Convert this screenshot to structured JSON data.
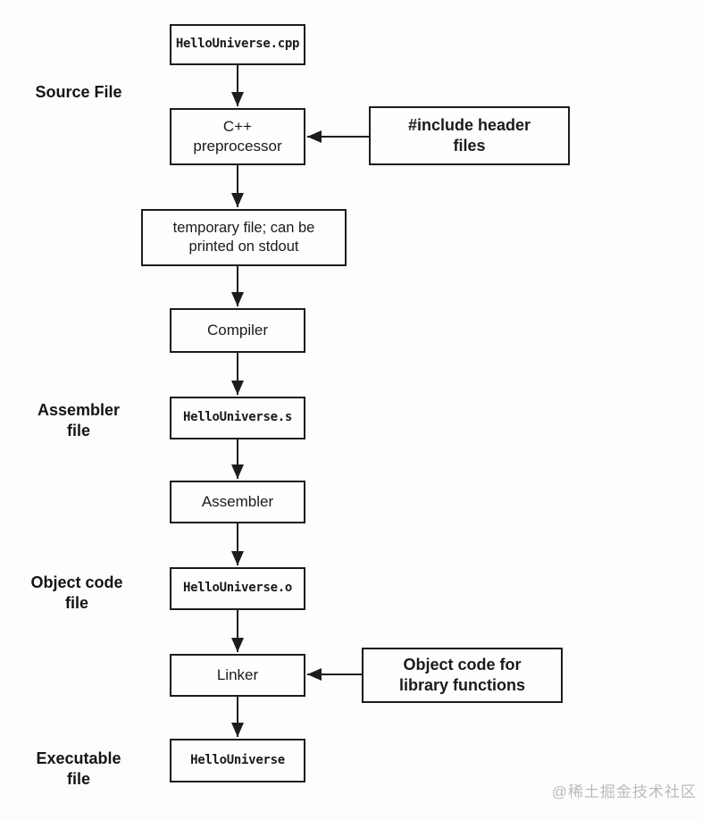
{
  "diagram": {
    "type": "flowchart",
    "subject": "C++ compilation pipeline for HelloUniverse.cpp",
    "colors": {
      "ink": "#1a1a1a",
      "background": "#fdfdfd",
      "box_fill": "#fefefe",
      "watermark": "#bdb9b9"
    },
    "nodes": {
      "cpp_file": {
        "label": "HelloUniverse.cpp"
      },
      "preprocessor": {
        "label": "C++\npreprocessor"
      },
      "include_header": {
        "label": "#include header\nfiles"
      },
      "temp_file": {
        "label": "temporary file; can be\nprinted on stdout"
      },
      "compiler": {
        "label": "Compiler"
      },
      "asm_file": {
        "label": "HelloUniverse.s"
      },
      "assembler": {
        "label": "Assembler"
      },
      "obj_file": {
        "label": "HelloUniverse.o"
      },
      "linker": {
        "label": "Linker"
      },
      "library_obj": {
        "label": "Object code for\nlibrary functions"
      },
      "exe_file": {
        "label": "HelloUniverse"
      }
    },
    "stage_labels": {
      "source_file": "Source File",
      "assembler_file": "Assembler\nfile",
      "object_code_file": "Object code\nfile",
      "executable_file": "Executable\nfile"
    },
    "edges": [
      {
        "from": "cpp_file",
        "to": "preprocessor"
      },
      {
        "from": "include_header",
        "to": "preprocessor"
      },
      {
        "from": "preprocessor",
        "to": "temp_file"
      },
      {
        "from": "temp_file",
        "to": "compiler"
      },
      {
        "from": "compiler",
        "to": "asm_file"
      },
      {
        "from": "asm_file",
        "to": "assembler"
      },
      {
        "from": "assembler",
        "to": "obj_file"
      },
      {
        "from": "obj_file",
        "to": "linker"
      },
      {
        "from": "library_obj",
        "to": "linker"
      },
      {
        "from": "linker",
        "to": "exe_file"
      }
    ],
    "watermark": "@稀土掘金技术社区"
  }
}
